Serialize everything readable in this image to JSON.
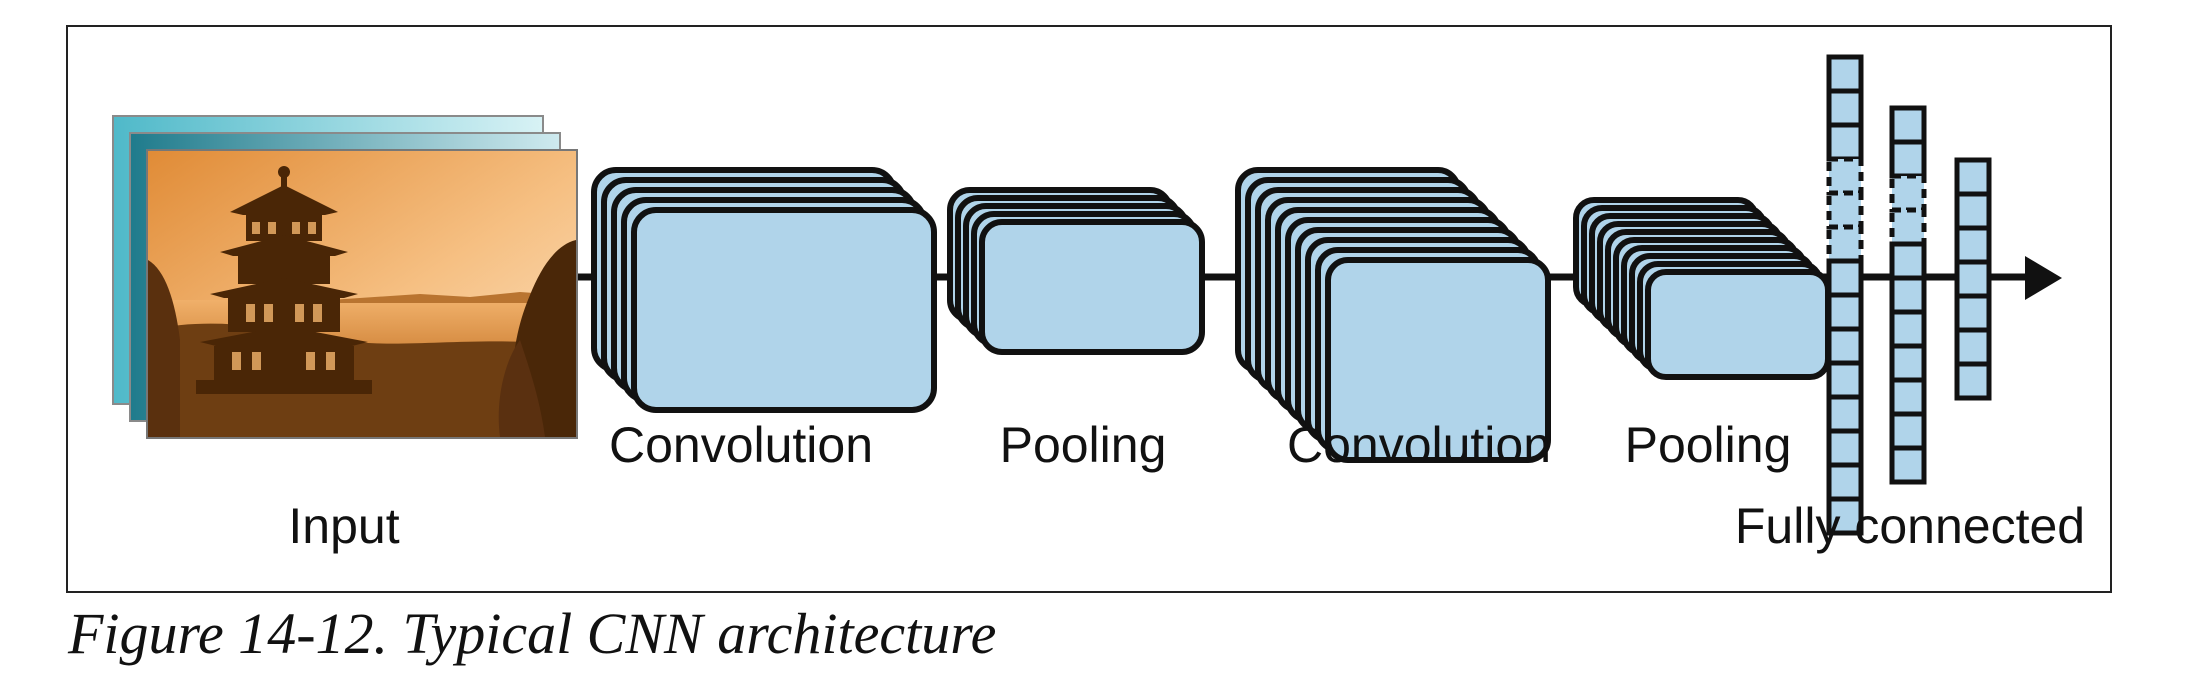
{
  "diagram": {
    "labels": {
      "input": "Input",
      "convolution_1": "Convolution",
      "pooling_1": "Pooling",
      "convolution_2": "Convolution",
      "pooling_2": "Pooling",
      "fully_connected": "Fully connected"
    },
    "colors": {
      "feature_map_fill": "#b0d4ea",
      "stroke": "#111111",
      "photo_tint": "#d9852f",
      "sky": "#f6c083",
      "teal_layer_back": "#a9dce2",
      "teal_layer_mid": "#2e8a9a"
    }
  },
  "caption": "Figure 14-12. Typical CNN architecture"
}
